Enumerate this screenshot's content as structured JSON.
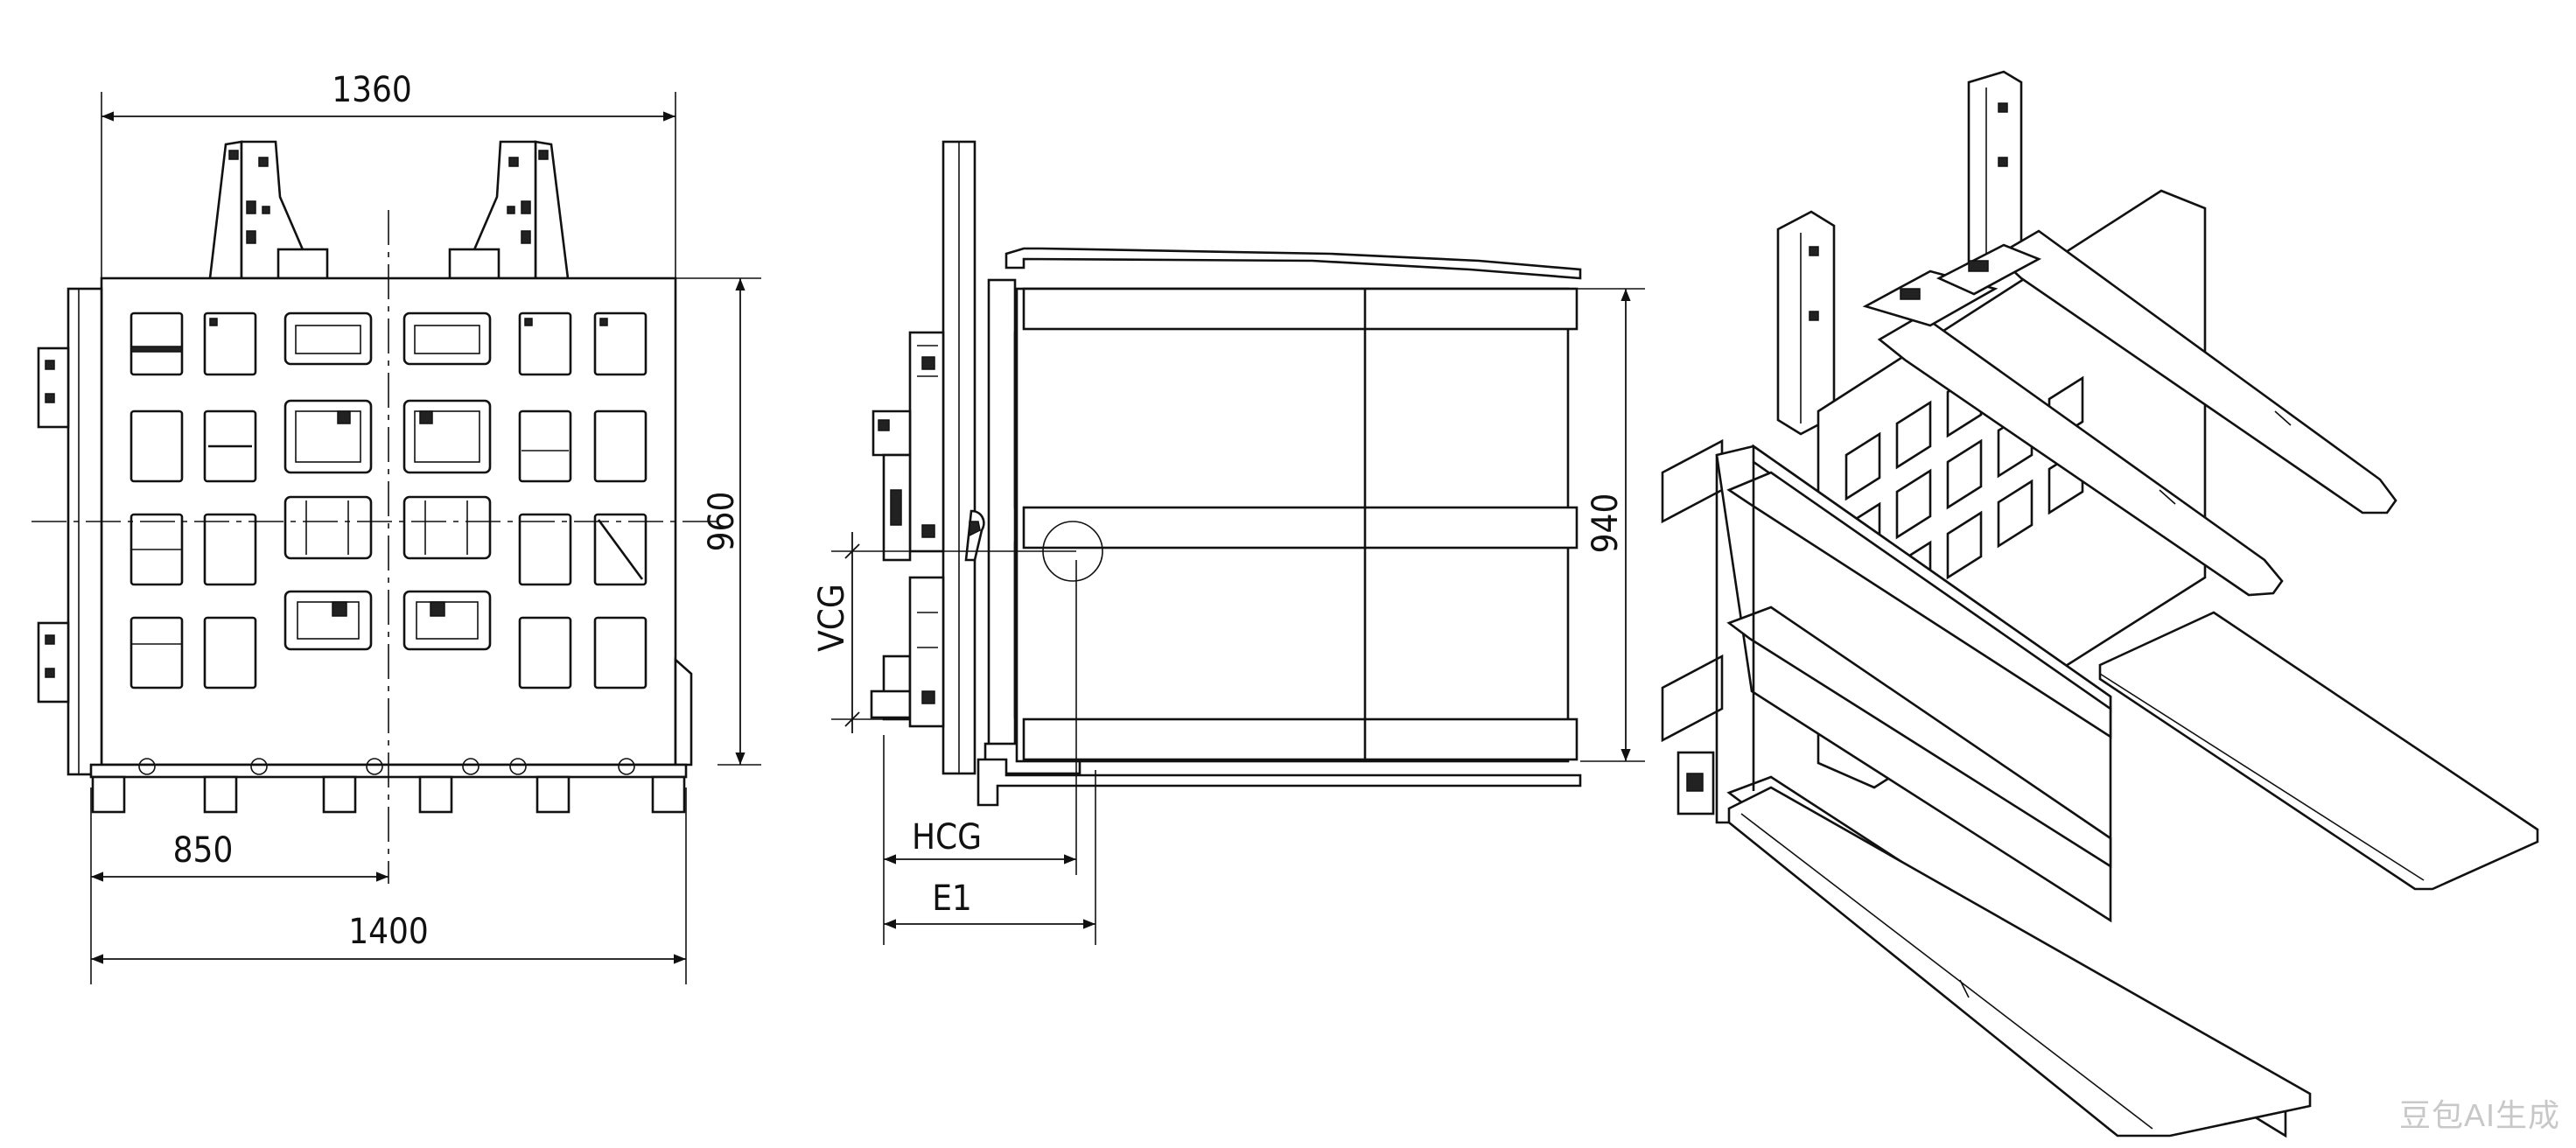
{
  "dimensions": {
    "front_top_width": "1360",
    "front_height": "960",
    "front_half_width": "850",
    "front_total_width": "1400",
    "side_height": "940",
    "side_vcg": "VCG",
    "side_hcg": "HCG",
    "side_e1": "E1"
  },
  "watermark": "豆包AI生成"
}
